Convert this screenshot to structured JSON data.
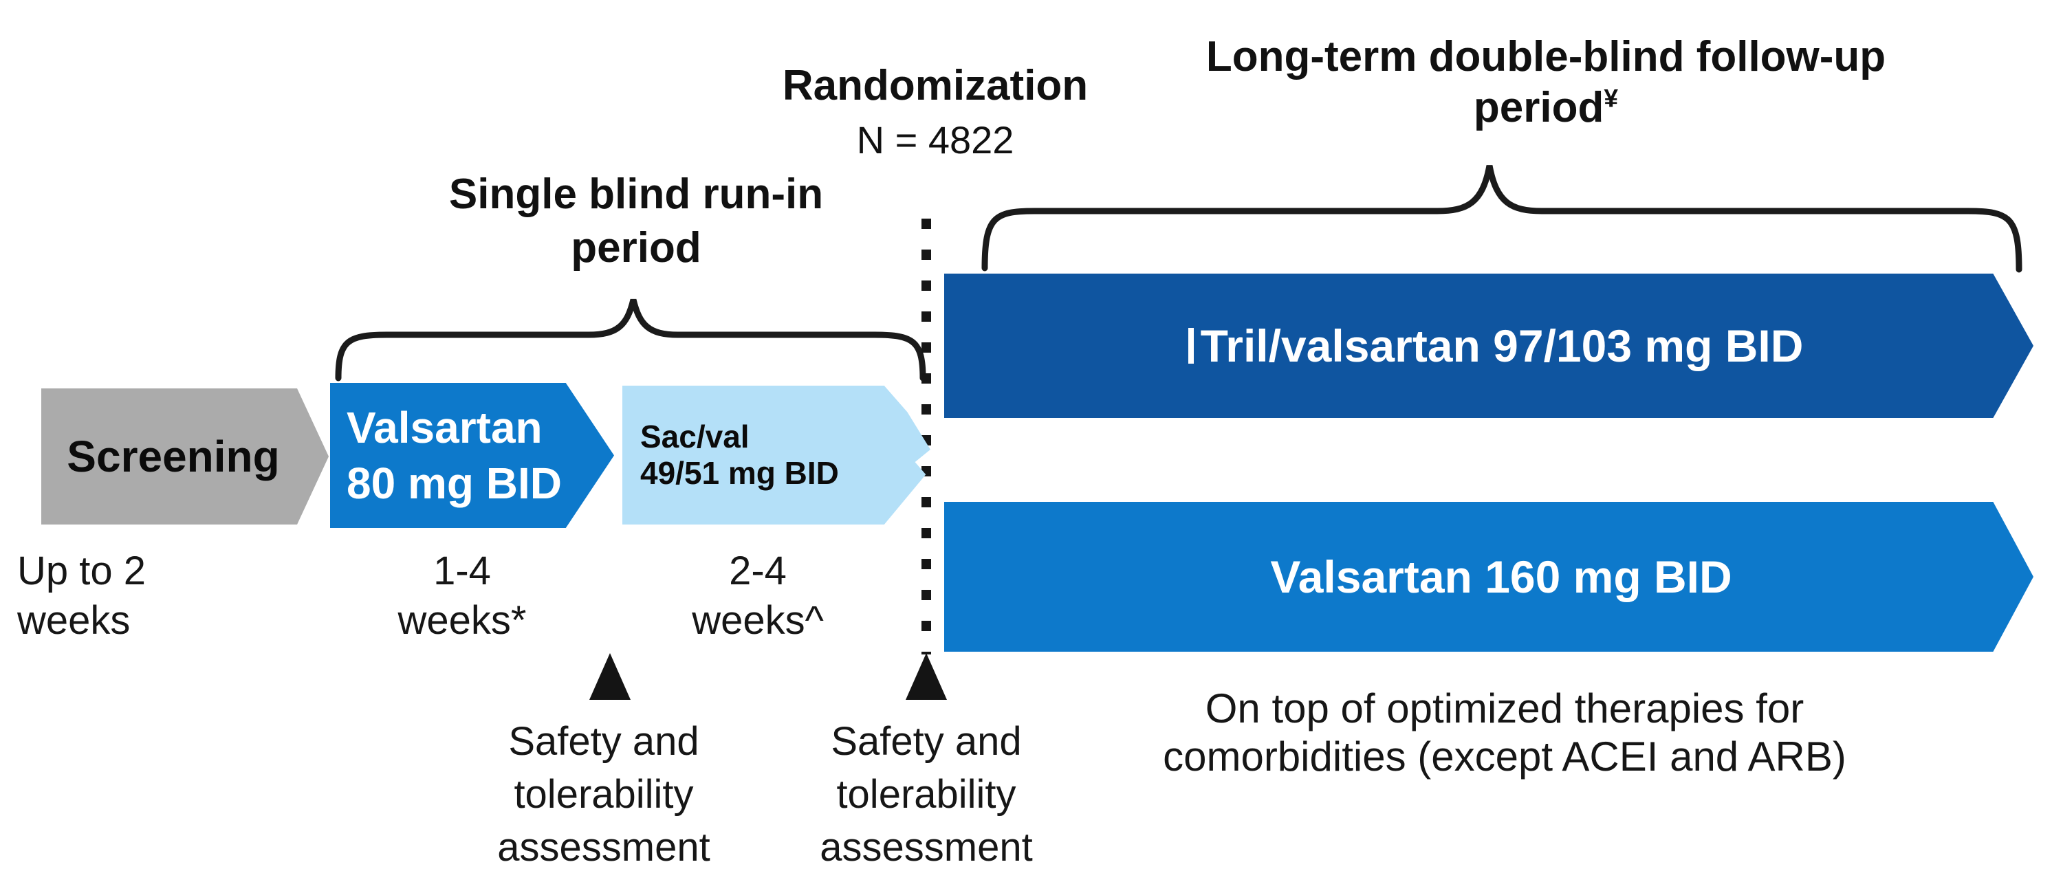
{
  "header": {
    "randomization_title": "Randomization",
    "randomization_n": "N = 4822",
    "follow_up_line1": "Long-term double-blind follow-up",
    "follow_up_line2": "period",
    "follow_up_superscript": "¥",
    "run_in_line1": "Single blind run-in",
    "run_in_line2": "period"
  },
  "colors": {
    "screening_gray": "#ababab",
    "run_in_blue": "#0d79cb",
    "sac_val_light_blue": "#b4e0f8",
    "follow_up_dark_blue": "#0f55a0",
    "valsartan160_blue": "#0d79cb",
    "marker_black": "#141414"
  },
  "timeline": {
    "screening": {
      "label": "Screening"
    },
    "valsartan80": {
      "line1": "Valsartan",
      "line2": "80 mg BID"
    },
    "sac_val": {
      "line1": "Sac/val",
      "line2": "49/51 mg BID"
    },
    "tril_valsartan": {
      "label": "Tril/valsartan 97/103 mg BID"
    },
    "valsartan160": {
      "label": "Valsartan 160 mg BID"
    }
  },
  "durations": {
    "screening": {
      "line1": "Up to 2",
      "line2": "weeks"
    },
    "valsartan80": {
      "line1": "1-4",
      "line2": "weeks*"
    },
    "sac_val": {
      "line1": "2-4",
      "line2": "weeks^"
    }
  },
  "annotations": {
    "safety1": {
      "line1": "Safety and",
      "line2": "tolerability",
      "line3": "assessment"
    },
    "safety2": {
      "line1": "Safety and",
      "line2": "tolerability",
      "line3": "assessment"
    },
    "footer_line1": "On top of optimized therapies for",
    "footer_line2": "comorbidities (except ACEI and ARB)"
  }
}
